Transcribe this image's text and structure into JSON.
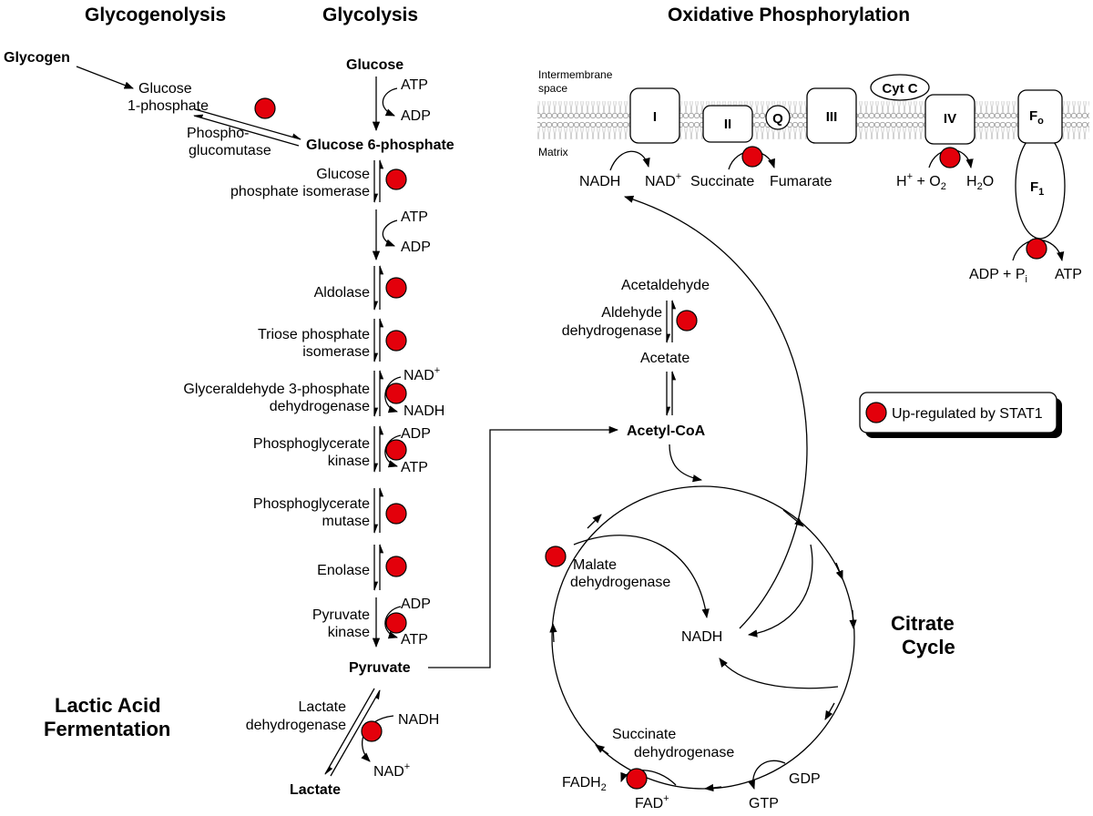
{
  "headers": {
    "glycogenolysis": "Glycogenolysis",
    "glycolysis": "Glycolysis",
    "oxphos": "Oxidative Phosphorylation",
    "lactic_1": "Lactic Acid",
    "lactic_2": "Fermentation",
    "citrate_1": "Citrate",
    "citrate_2": "Cycle"
  },
  "glycogenolysis": {
    "glycogen": "Glycogen",
    "g1p_1": "Glucose",
    "g1p_2": "1-phosphate",
    "enzyme_1": "Phospho-",
    "enzyme_2": "glucomutase"
  },
  "glycolysis": {
    "glucose": "Glucose",
    "atp1": "ATP",
    "adp1": "ADP",
    "g6p": "Glucose 6-phosphate",
    "gpi_1": "Glucose",
    "gpi_2": "phosphate isomerase",
    "atp2": "ATP",
    "adp2": "ADP",
    "aldolase": "Aldolase",
    "tpi_1": "Triose phosphate",
    "tpi_2": "isomerase",
    "gapdh_1": "Glyceraldehyde 3-phosphate",
    "gapdh_2": "dehydrogenase",
    "nad": "NAD",
    "nad_sup": "+",
    "nadh": "NADH",
    "pgk_1": "Phosphoglycerate",
    "pgk_2": "kinase",
    "pgk_adp": "ADP",
    "pgk_atp": "ATP",
    "pgm_1": "Phosphoglycerate",
    "pgm_2": "mutase",
    "enolase": "Enolase",
    "pk_1": "Pyruvate",
    "pk_2": "kinase",
    "pk_adp": "ADP",
    "pk_atp": "ATP",
    "pyruvate": "Pyruvate"
  },
  "lactic": {
    "ldh_1": "Lactate",
    "ldh_2": "dehydrogenase",
    "nadh": "NADH",
    "nad": "NAD",
    "nad_sup": "+",
    "lactate": "Lactate"
  },
  "acetyl": {
    "acetaldehyde": "Acetaldehyde",
    "aldh_1": "Aldehyde",
    "aldh_2": "dehydrogenase",
    "acetate": "Acetate",
    "acetyl_coa": "Acetyl-CoA"
  },
  "citrate": {
    "mdh_1": "Malate",
    "mdh_2": "dehydrogenase",
    "nadh": "NADH",
    "sdh_1": "Succinate",
    "sdh_2": "dehydrogenase",
    "fadh": "FADH",
    "fadh_sub": "2",
    "fad": "FAD",
    "fad_sup": "+",
    "gdp": "GDP",
    "gtp": "GTP"
  },
  "oxphos": {
    "intermembrane_1": "Intermembrane",
    "intermembrane_2": "space",
    "matrix": "Matrix",
    "complex_i": "I",
    "complex_ii": "II",
    "q": "Q",
    "complex_iii": "III",
    "complex_iv": "IV",
    "cytc": "Cyt C",
    "fo": "F",
    "fo_sub": "o",
    "f1": "F",
    "f1_sub": "1",
    "nadh": "NADH",
    "nad": "NAD",
    "nad_sup": "+",
    "succinate": "Succinate",
    "fumarate": "Fumarate",
    "h": "H",
    "h_sup": "+",
    "plus_o": " + O",
    "o_sub": "2",
    "h2": "H",
    "h2_sub": "2",
    "h2_o": "O",
    "adp_pi": "ADP + P",
    "pi_sub": "i",
    "atp": "ATP"
  },
  "legend": {
    "label": "Up-regulated by STAT1"
  },
  "colors": {
    "marker": "#e3000b",
    "membrane": "#bdbdbd"
  }
}
